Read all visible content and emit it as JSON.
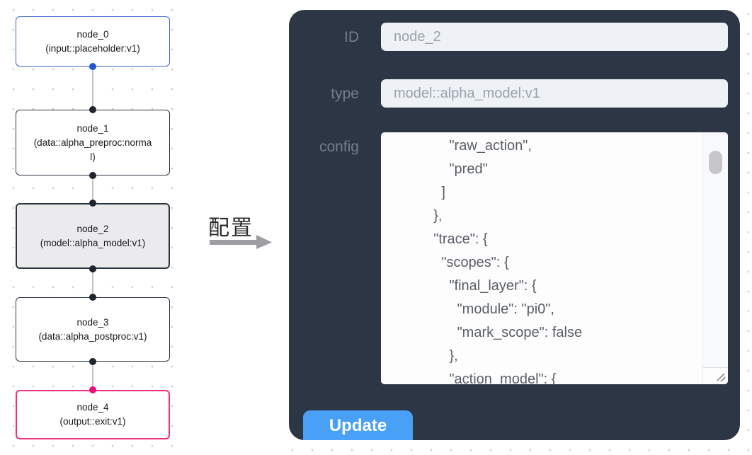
{
  "graph": {
    "nodes": [
      {
        "label": "node_0",
        "type_label": "(input::placeholder:v1)",
        "variant": "input"
      },
      {
        "label": "node_1",
        "type_label": "(data::alpha_preproc:normal)",
        "variant": "default"
      },
      {
        "label": "node_2",
        "type_label": "(model::alpha_model:v1)",
        "variant": "selected"
      },
      {
        "label": "node_3",
        "type_label": "(data::alpha_postproc:v1)",
        "variant": "default"
      },
      {
        "label": "node_4",
        "type_label": "(output::exit:v1)",
        "variant": "output"
      }
    ]
  },
  "transfer": {
    "label": "配置"
  },
  "panel": {
    "fields": [
      {
        "name": "ID",
        "value": "node_2"
      },
      {
        "name": "type",
        "value": "model::alpha_model:v1"
      }
    ],
    "config_label": "config",
    "config_text": "        \"raw_action\",\n        \"pred\"\n      ]\n    },\n    \"trace\": {\n      \"scopes\": {\n        \"final_layer\": {\n          \"module\": \"pi0\",\n          \"mark_scope\": false\n        },\n        \"action_model\": {",
    "update_label": "Update"
  },
  "colors": {
    "panel_bg": "#2d3645",
    "node_border_default": "#2c3442",
    "node_border_input": "#3d68cf",
    "node_border_output": "#ef2e7e",
    "node_selected_bg": "#ebebed",
    "port_blue": "#2257d0",
    "port_pink": "#e8107a",
    "update_button": "#49a0f7",
    "input_bg": "#eef1f6",
    "label_gray": "#747e8d"
  }
}
